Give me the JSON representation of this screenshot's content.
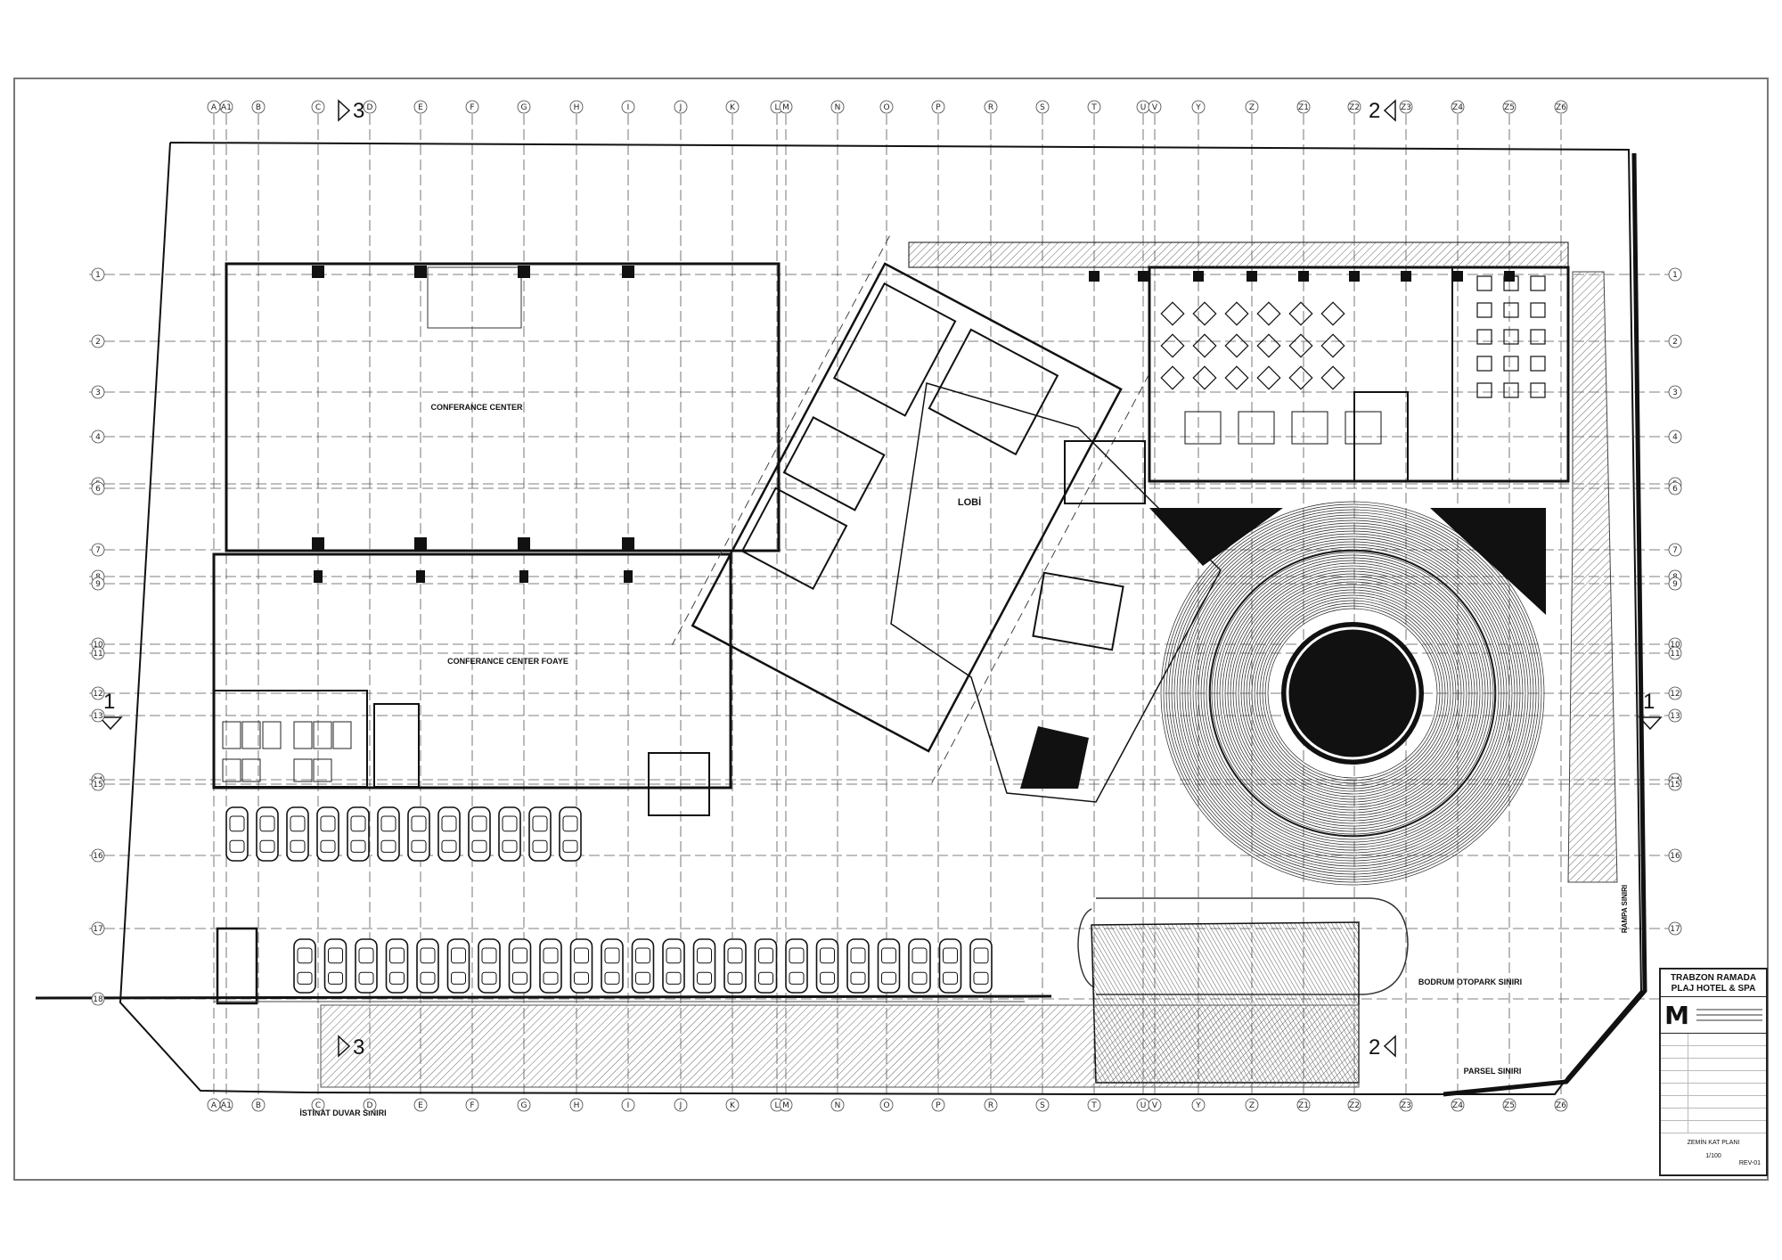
{
  "sheet": {
    "project_title": "TRABZON RAMADA PLAJ HOTEL & SPA",
    "logo_letter": "M",
    "scale": "1/100",
    "drawing_title": "ZEMİN KAT PLANI",
    "sheet_no": "REV-01"
  },
  "rooms": {
    "conference_center": "CONFERANCE CENTER",
    "conference_foyer": "CONFERANCE CENTER FOAYE",
    "lobby": "LOBİ"
  },
  "site_labels": {
    "underground_parking": "BODRUM OTOPARK SINIRI",
    "parcel_limit": "PARSEL SINIRI",
    "retaining_wall": "İSTİNAT DUVAR SINIRI",
    "rampa": "RAMPA SINIRI"
  },
  "sections": {
    "section_1": "1",
    "section_2": "2",
    "section_3": "3"
  },
  "grid": {
    "columns": [
      "A",
      "A1",
      "B",
      "C",
      "D",
      "E",
      "F",
      "G",
      "H",
      "I",
      "J",
      "K",
      "L",
      "M",
      "N",
      "O",
      "P",
      "R",
      "S",
      "T",
      "U",
      "V",
      "Y",
      "Z",
      "Z1",
      "Z2",
      "Z3",
      "Z4",
      "Z5",
      "Z6"
    ],
    "rows": [
      "1",
      "2",
      "3",
      "4",
      "5",
      "6",
      "7",
      "8",
      "9",
      "10",
      "11",
      "12",
      "13",
      "14",
      "15",
      "16",
      "17",
      "18"
    ]
  }
}
